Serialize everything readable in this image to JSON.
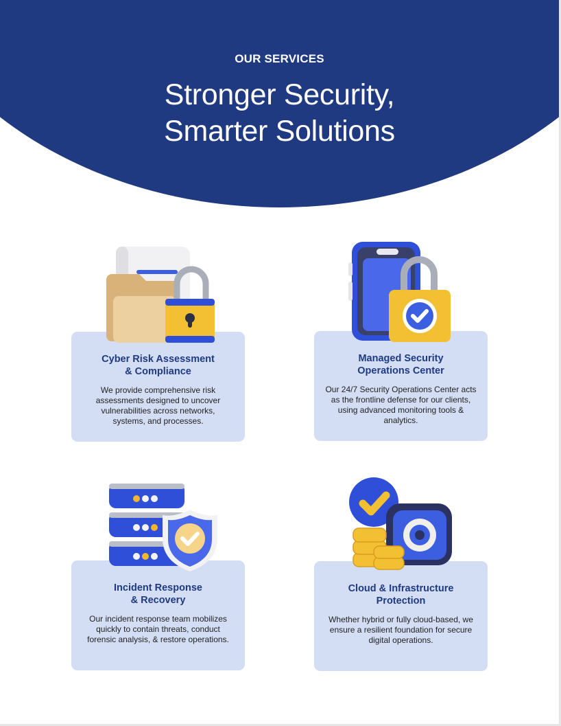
{
  "header": {
    "eyebrow": "OUR SERVICES",
    "title_line1": "Stronger Security,",
    "title_line2": "Smarter Solutions"
  },
  "colors": {
    "brand_navy": "#1f3a80",
    "card_bg": "#d3ddf3",
    "accent_yellow": "#f2c032",
    "accent_blue": "#2f4fd9"
  },
  "services": [
    {
      "title_line1": "Cyber Risk Assessment",
      "title_line2": "& Compliance",
      "description": "We provide comprehensive risk assessments designed to uncover vulnerabilities across networks, systems, and processes.",
      "icon": "folder-document-padlock-icon"
    },
    {
      "title_line1": "Managed Security",
      "title_line2": "Operations Center",
      "description": "Our 24/7 Security Operations Center acts as the frontline defense for our clients, using advanced monitoring tools & analytics.",
      "icon": "phone-padlock-check-icon"
    },
    {
      "title_line1": "Incident Response",
      "title_line2": "& Recovery",
      "description": "Our incident response team mobilizes quickly to contain threats, conduct forensic analysis, & restore operations.",
      "icon": "server-shield-check-icon"
    },
    {
      "title_line1": "Cloud & Infrastructure",
      "title_line2": "Protection",
      "description": "Whether hybrid or fully cloud-based, we ensure a resilient foundation for secure digital operations.",
      "icon": "vault-coins-check-icon"
    }
  ]
}
